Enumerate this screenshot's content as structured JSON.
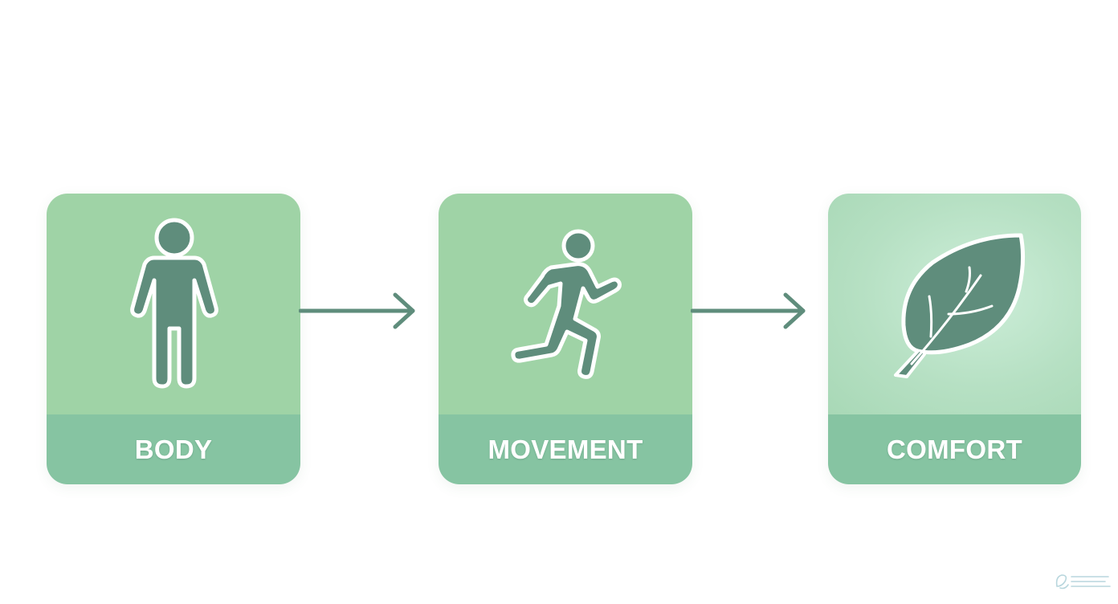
{
  "steps": [
    {
      "label": "BODY",
      "icon": "standing-person-icon"
    },
    {
      "label": "MOVEMENT",
      "icon": "running-person-icon"
    },
    {
      "label": "COMFORT",
      "icon": "leaf-icon"
    }
  ],
  "colors": {
    "card_top": "#9fd3a6",
    "card_band": "#86c4a2",
    "card_top_comfort": "#bfe4cc",
    "icon_fill": "#5f8d7c",
    "arrow": "#5f8d7c",
    "background": "#ffffff"
  }
}
